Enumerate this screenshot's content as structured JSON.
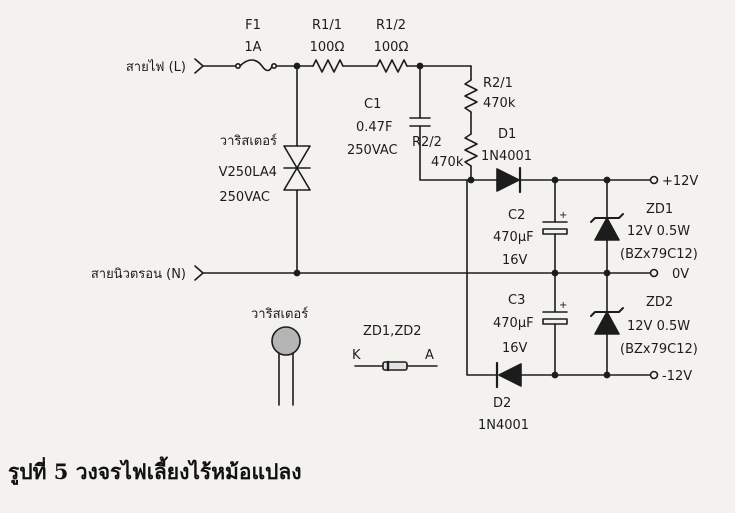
{
  "labels": {
    "line_live": "สายไฟ (L)",
    "line_neutral": "สายนิวตรอน (N)",
    "fuse_name": "F1",
    "fuse_value": "1A",
    "r11_name": "R1/1",
    "r11_value": "100Ω",
    "r12_name": "R1/2",
    "r12_value": "100Ω",
    "r21_name": "R2/1",
    "r21_value": "470k",
    "r22_name": "R2/2",
    "r22_value": "470k",
    "c1_name": "C1",
    "c1_value": "0.47F",
    "c1_voltage": "250VAC",
    "varistor_name": "วาริสเตอร์",
    "varistor_part": "V250LA4",
    "varistor_voltage": "250VAC",
    "d1_name": "D1",
    "d1_part": "1N4001",
    "d2_name": "D2",
    "d2_part": "1N4001",
    "c2_name": "C2",
    "c2_value": "470µF",
    "c2_voltage": "16V",
    "c3_name": "C3",
    "c3_value": "470µF",
    "c3_voltage": "16V",
    "zd1_name": "ZD1",
    "zd1_rating": "12V 0.5W",
    "zd1_part": "(BZx79C12)",
    "zd2_name": "ZD2",
    "zd2_rating": "12V 0.5W",
    "zd2_part": "(BZx79C12)",
    "out_pos": "+12V",
    "out_zero": "0V",
    "out_neg": "-12V",
    "varistor_inset_label": "วาริสเตอร์",
    "zener_inset_label": "ZD1,ZD2",
    "zener_k": "K",
    "zener_a": "A",
    "cap_plus": "+"
  },
  "caption": {
    "prefix": "รูปที่ 5",
    "title": "วงจรไฟเลี้ยงไร้หม้อแปลง"
  },
  "colors": {
    "ink": "#1c1c1c",
    "paper": "#f4f2ee",
    "varistor_body": "#b5b5b5"
  }
}
